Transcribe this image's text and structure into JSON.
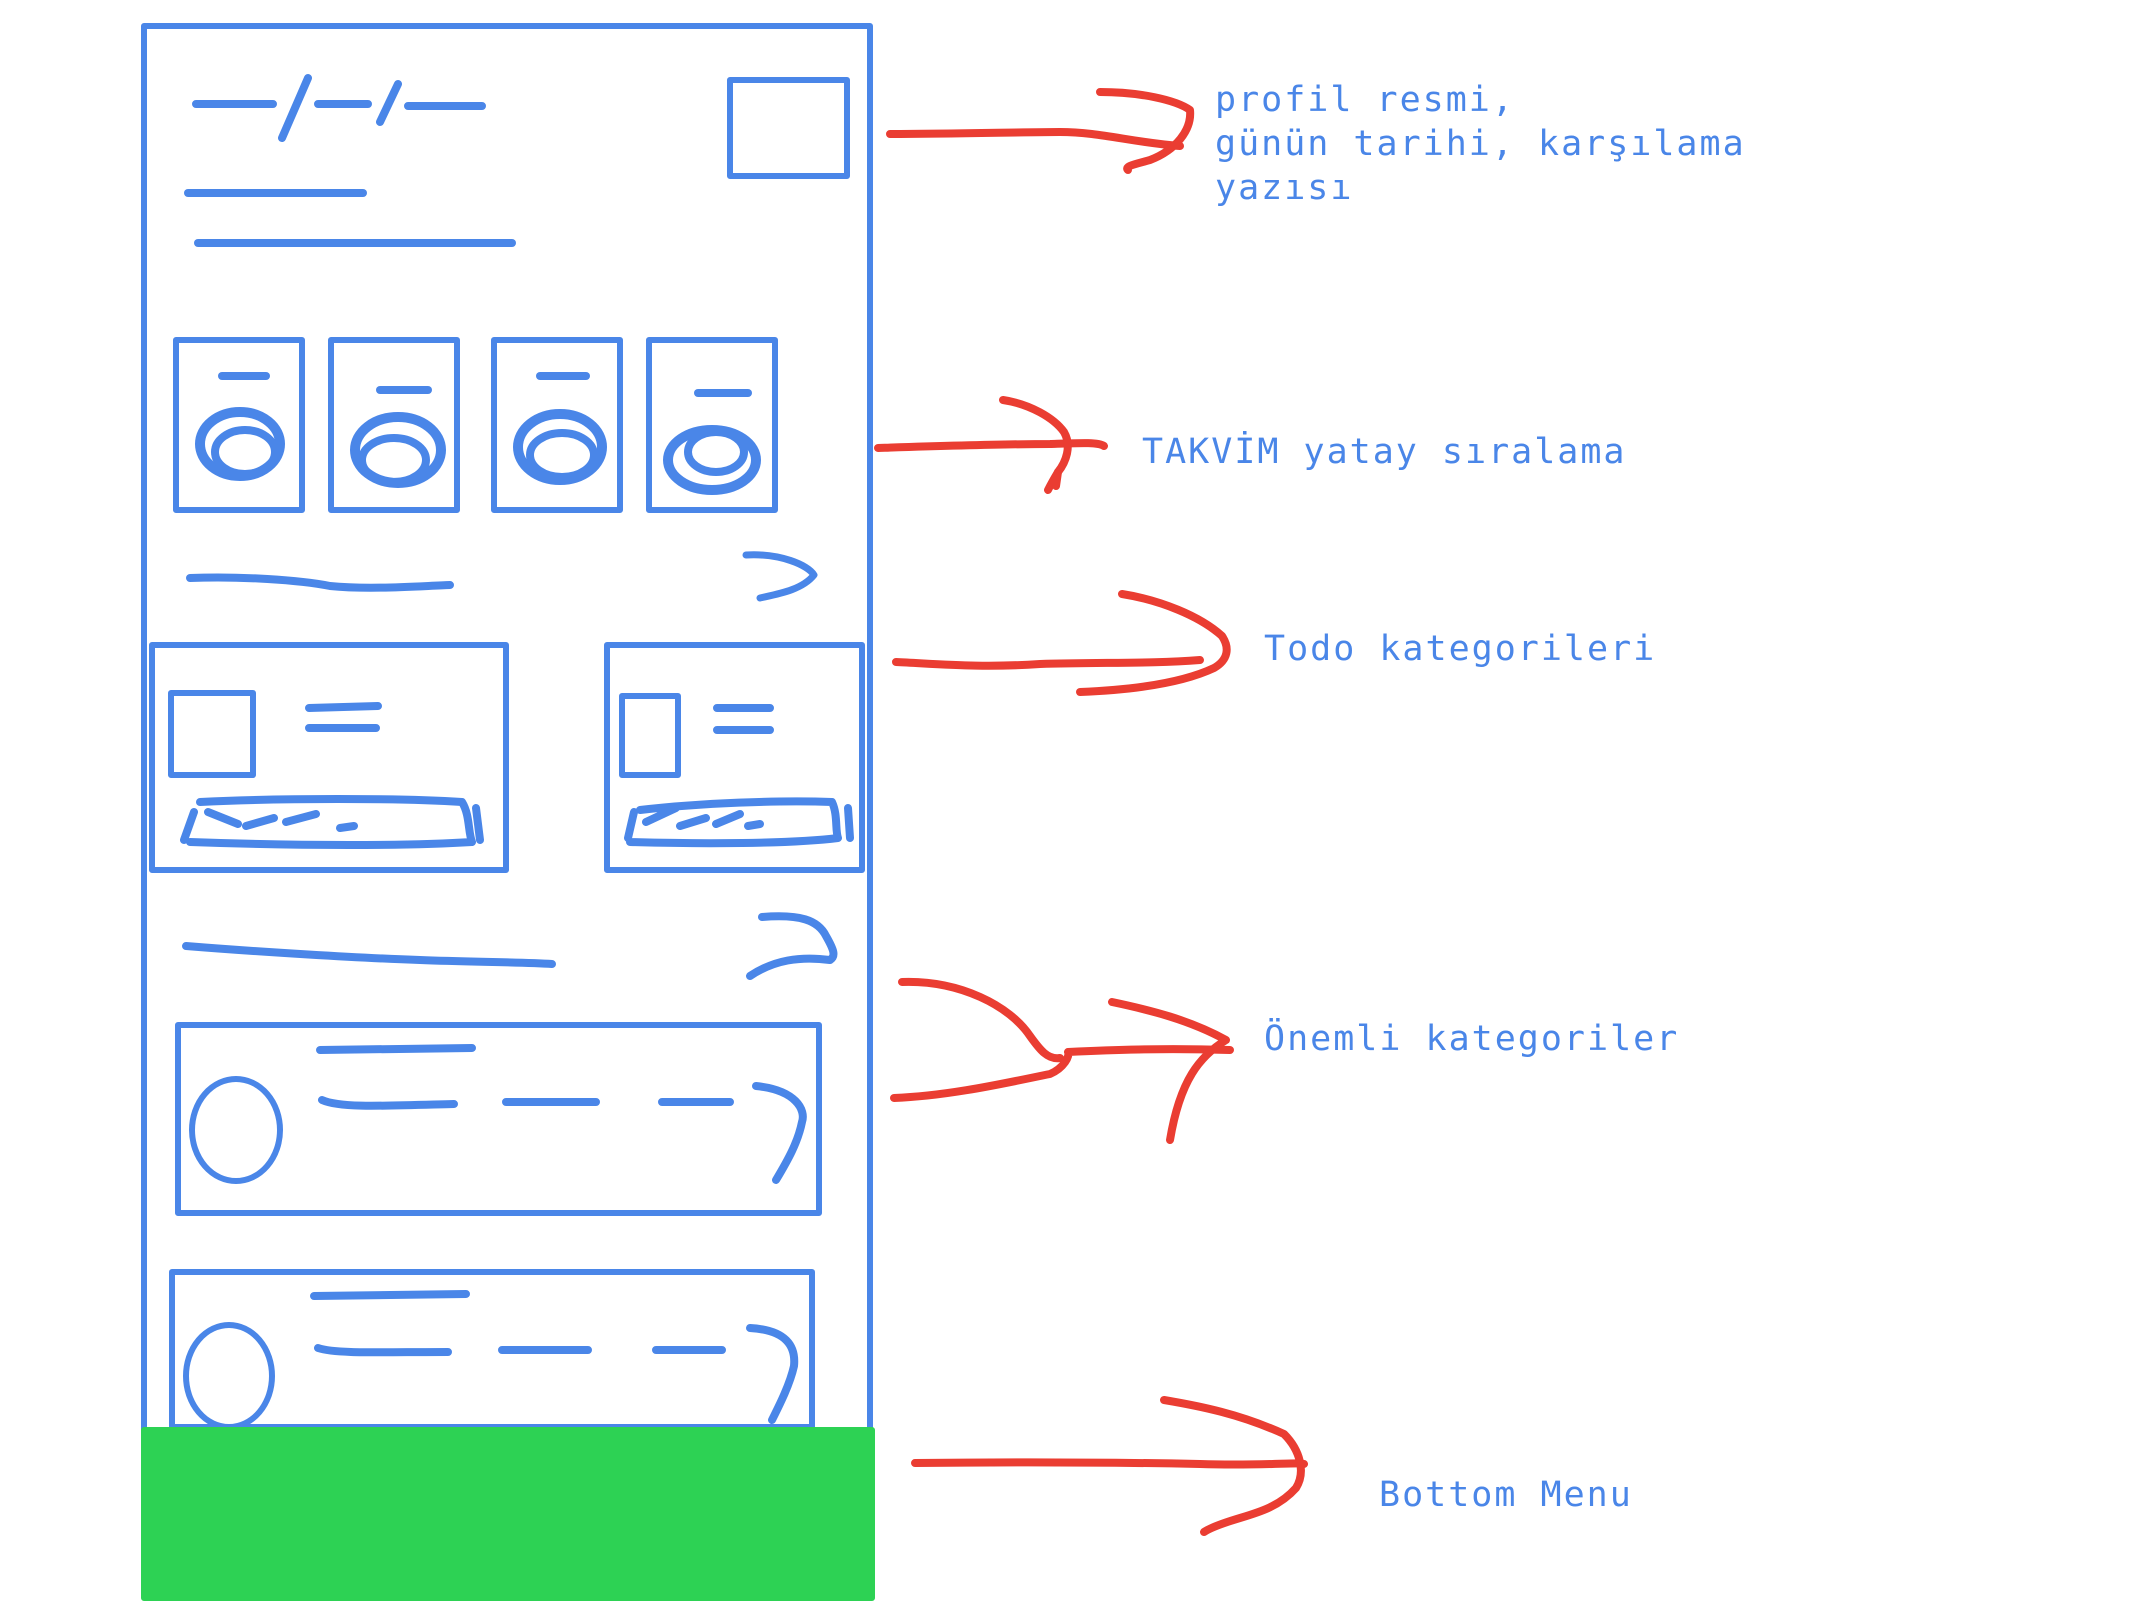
{
  "colors": {
    "wireframe": "#4a86e8",
    "arrow": "#ea3d32",
    "bottom_menu_fill": "#2dd254",
    "background": "#ffffff"
  },
  "annotations": {
    "profile_line1": "profil resmi,",
    "profile_line2": "günün tarihi, karşılama",
    "profile_line3": "yazısı",
    "calendar": "TAKVİM yatay sıralama",
    "todo": "Todo kategorileri",
    "important": "Önemli kategoriler",
    "bottom_menu": "Bottom Menu"
  },
  "wireframe": {
    "calendar_day_count": 4,
    "todo_card_count": 2,
    "important_card_count": 2
  }
}
